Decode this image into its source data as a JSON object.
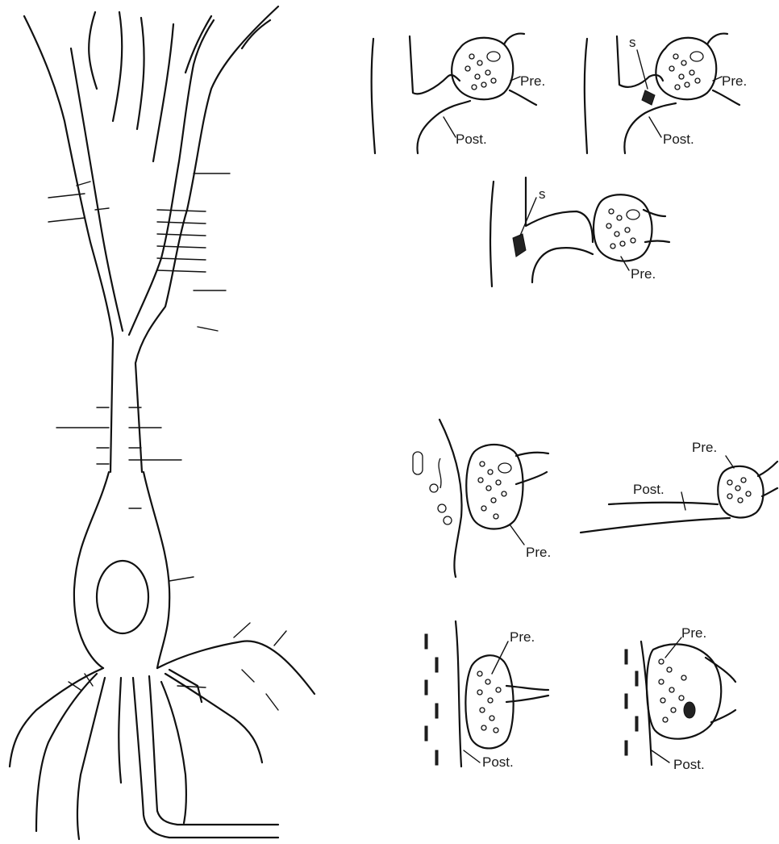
{
  "labels": {
    "pre": "Pre.",
    "post": "Post.",
    "s": "s"
  },
  "colors": {
    "ink": "#111111",
    "background": "#ffffff"
  }
}
